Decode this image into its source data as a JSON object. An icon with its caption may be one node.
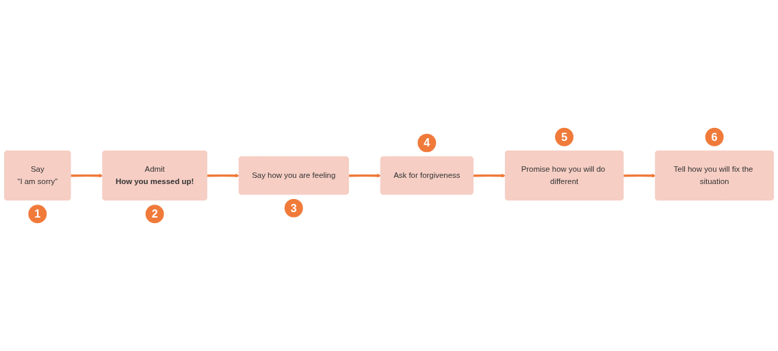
{
  "diagram": {
    "nodes": [
      {
        "text": [
          "Say",
          "“I am sorry”"
        ],
        "beside": [
          "1"
        ]
      },
      {
        "text": [
          "Admit",
          "How you messed up!"
        ],
        "beside": [
          "2"
        ]
      },
      {
        "text": [
          "Say how you are **feeling**"
        ],
        "beside": [
          "3"
        ]
      },
      {
        "text": [
          "Ask for **forgiveness**"
        ],
        "beside": [
          "4"
        ]
      },
      {
        "text": [
          "**Promise** how you will do different"
        ],
        "beside": [
          "5"
        ]
      },
      {
        "text": [
          "Tell how you will **fix** the situation"
        ],
        "beside": [
          "6"
        ]
      }
    ],
    "edges": [
      {
        "from": 0,
        "to": 1,
        "arrow": "to"
      },
      {
        "from": 1,
        "to": 2,
        "arrow": "to"
      },
      {
        "from": 2,
        "to": 3,
        "arrow": "to"
      },
      {
        "from": 3,
        "to": 4,
        "arrow": "to"
      },
      {
        "from": 4,
        "to": 5,
        "arrow": "to"
      }
    ]
  }
}
